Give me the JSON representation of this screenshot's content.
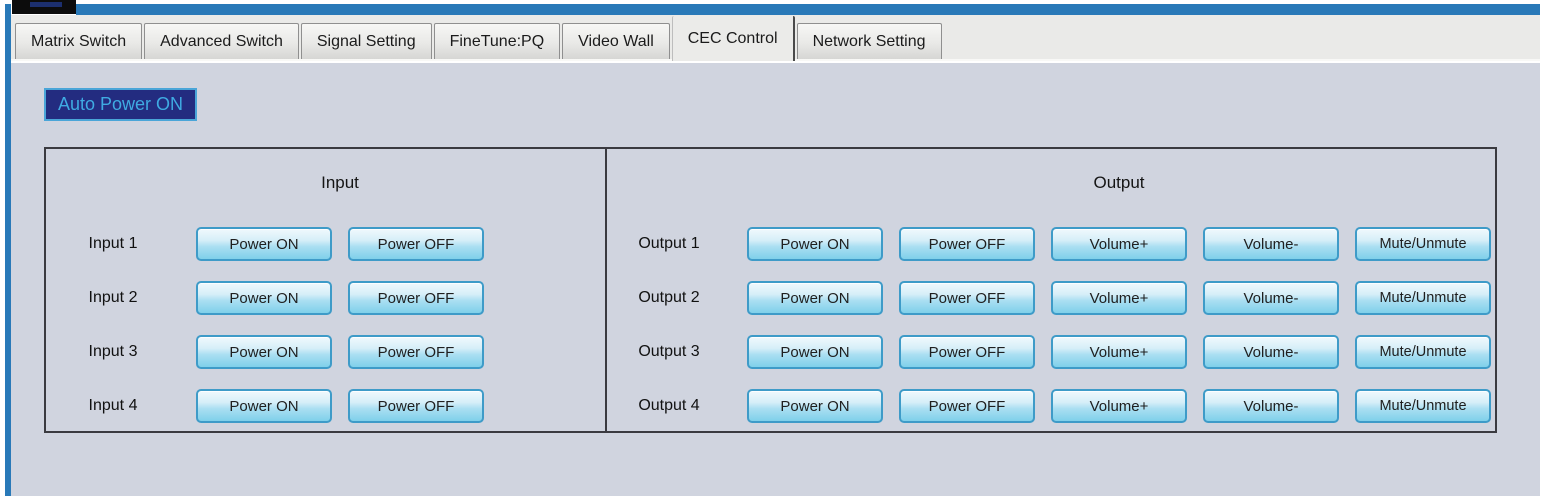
{
  "tabs": [
    {
      "label": "Matrix Switch",
      "active": false
    },
    {
      "label": "Advanced Switch",
      "active": false
    },
    {
      "label": "Signal Setting",
      "active": false
    },
    {
      "label": "FineTune:PQ",
      "active": false
    },
    {
      "label": "Video Wall",
      "active": false
    },
    {
      "label": "CEC Control",
      "active": true
    },
    {
      "label": "Network Setting",
      "active": false
    }
  ],
  "auto_power": {
    "label": "Auto Power ON"
  },
  "cec_panel": {
    "input": {
      "title": "Input",
      "row_labels": [
        "Input 1",
        "Input 2",
        "Input 3",
        "Input 4"
      ],
      "buttons": [
        "Power ON",
        "Power OFF"
      ]
    },
    "output": {
      "title": "Output",
      "row_labels": [
        "Output 1",
        "Output 2",
        "Output 3",
        "Output 4"
      ],
      "buttons": [
        "Power ON",
        "Power OFF",
        "Volume+",
        "Volume-",
        "Mute/Unmute"
      ]
    }
  },
  "colors": {
    "window_frame_blue": "#2979b8",
    "page_background": "#d0d4df",
    "tab_strip_background": "#eaeae8",
    "group_border": "#3a3a40",
    "button_border": "#3e9bc8",
    "button_gradient_top": "#f0f9fd",
    "button_gradient_bottom": "#7fd0ea",
    "auto_power_background": "#232c80",
    "auto_power_text": "#3fabe2",
    "auto_power_border": "#4aa5d8"
  }
}
